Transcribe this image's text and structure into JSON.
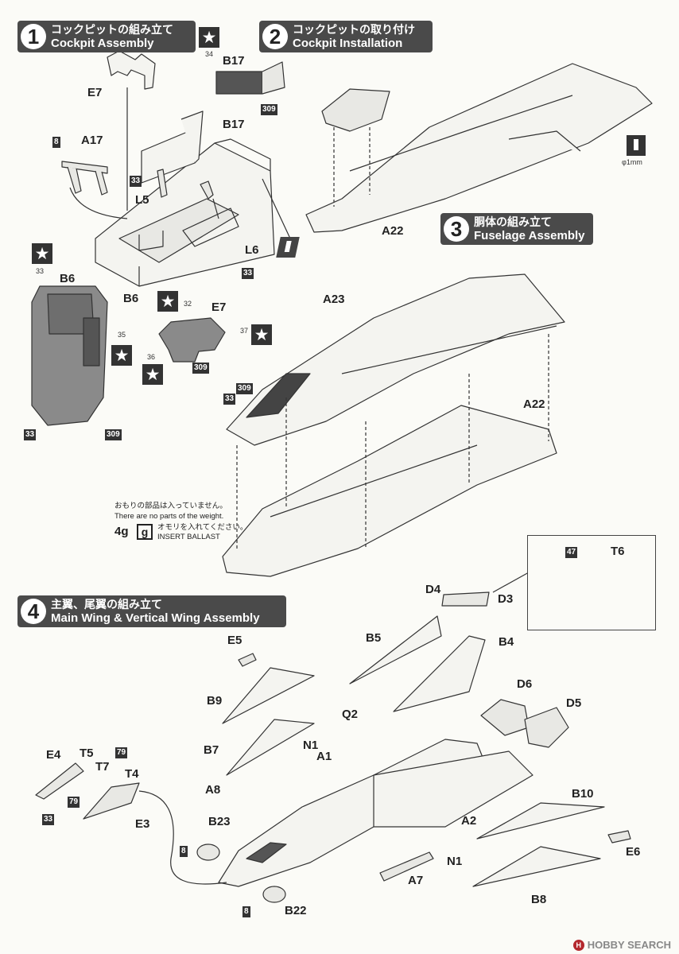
{
  "steps": [
    {
      "num": "1",
      "jp": "コックピットの組み立て",
      "en": "Cockpit Assembly"
    },
    {
      "num": "2",
      "jp": "コックピットの取り付け",
      "en": "Cockpit Installation"
    },
    {
      "num": "3",
      "jp": "胴体の組み立て",
      "en": "Fuselage Assembly"
    },
    {
      "num": "4",
      "jp": "主翼、尾翼の組み立て",
      "en": "Main Wing & Vertical Wing Assembly"
    }
  ],
  "parts": {
    "e7": "E7",
    "b17": "B17",
    "b17b": "B17",
    "a17": "A17",
    "l5": "L5",
    "l6": "L6",
    "b6": "B6",
    "b6b": "B6",
    "e7b": "E7",
    "a22": "A22",
    "a23": "A23",
    "a22b": "A22",
    "t6": "T6",
    "d4": "D4",
    "d3": "D3",
    "e5": "E5",
    "b5": "B5",
    "b4": "B4",
    "d6": "D6",
    "d5": "D5",
    "b9": "B9",
    "q2": "Q2",
    "b7": "B7",
    "n1": "N1",
    "a1": "A1",
    "e4": "E4",
    "t5": "T5",
    "t7": "T7",
    "t4": "T4",
    "a8": "A8",
    "e3": "E3",
    "b23": "B23",
    "a2": "A2",
    "n1b": "N1",
    "a7": "A7",
    "b22": "B22",
    "b10": "B10",
    "e6": "E6",
    "b8": "B8"
  },
  "colors": {
    "c8": "8",
    "c33": "33",
    "c309": "309",
    "c79": "79",
    "c47": "47"
  },
  "decals": {
    "d34": "34",
    "d33": "33",
    "d35": "35",
    "d32": "32",
    "d36": "36",
    "d37": "37"
  },
  "weight": {
    "jp_line": "おもりの部品は入っていません。",
    "en_line": "There are no parts of the weight.",
    "amount": "4g",
    "symbol": "g",
    "jp_insert": "オモリを入れてください。",
    "en_insert": "INSERT BALLAST"
  },
  "drill": {
    "size": "φ1mm",
    "icon": "drill-icon"
  },
  "star_symbol": "★",
  "brand": {
    "logo": "H",
    "name": "HOBBY SEARCH"
  },
  "accent": {
    "step_bg": "#4a4a4a",
    "decal_bg": "#333333"
  }
}
